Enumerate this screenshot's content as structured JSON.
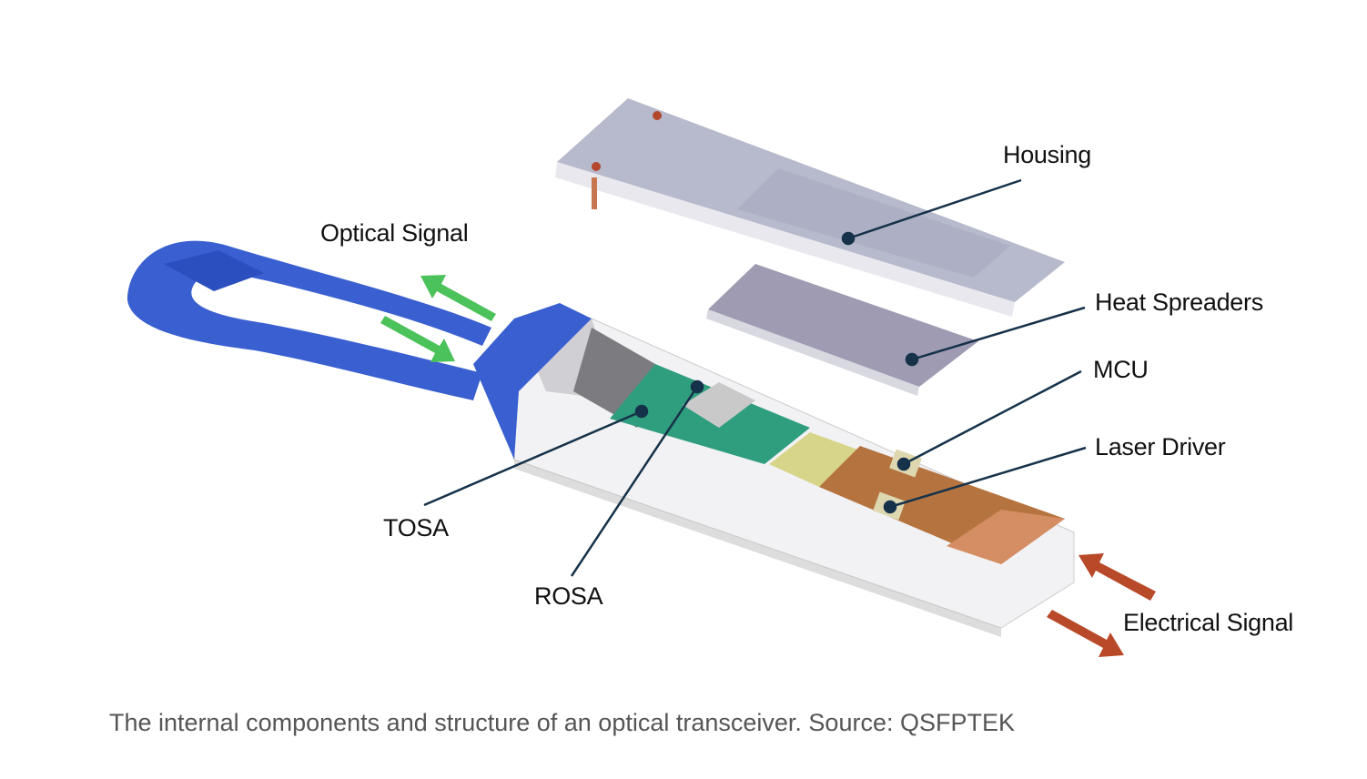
{
  "diagram": {
    "labels": {
      "housing": "Housing",
      "heat_spreaders": "Heat Spreaders",
      "mcu": "MCU",
      "laser_driver": "Laser Driver",
      "optical_signal": "Optical Signal",
      "tosa": "TOSA",
      "rosa": "ROSA",
      "electrical_signal": "Electrical Signal"
    },
    "colors": {
      "latch_blue": "#3a5fd0",
      "optical_arrow": "#4cc25a",
      "electrical_arrow": "#b84a2a",
      "leader_line": "#15324a",
      "pcb_copper": "#b5733f",
      "osa_green": "#2f9e7e"
    }
  },
  "caption": "The internal components and structure of an optical transceiver. Source: QSFPTEK"
}
